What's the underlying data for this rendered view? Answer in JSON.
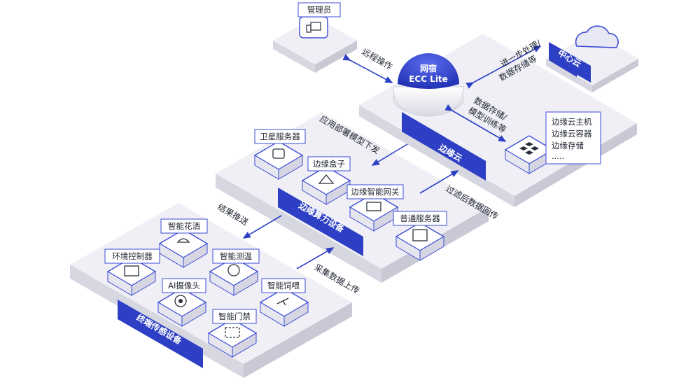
{
  "admin": {
    "label": "管理员"
  },
  "cloud": {
    "label": "中心云"
  },
  "ecc": {
    "line1": "网宿",
    "line2": "ECC Lite"
  },
  "edge_cloud": {
    "band": "边缘云",
    "list": [
      "边缘云主机",
      "边缘云容器",
      "边缘存储",
      "....."
    ]
  },
  "edge_compute": {
    "band": "边缘算力设备",
    "devices": [
      "卫星服务器",
      "边缘盒子",
      "边缘智能网关",
      "普通服务器"
    ]
  },
  "terminal": {
    "band": "终端传感设备",
    "devices": [
      "智能花洒",
      "环境控制器",
      "智能测温",
      "AI摄像头",
      "智能饲喂",
      "智能门禁"
    ]
  },
  "arrows": {
    "remote_op": "远程操作",
    "further_process_l1": "进一步处理/",
    "further_process_l2": "数据存储等",
    "storage_train_l1": "数据存储/",
    "storage_train_l2": "模型训练等",
    "deploy": "应用部署模型下发",
    "filtered_return": "过滤后数据回传",
    "result_push": "结果推送",
    "collect_upload": "采集数据上传"
  },
  "colors": {
    "accent": "#2d3fc4",
    "outline": "#3b4bd6",
    "platform_top": "#eeeef4",
    "platform_side": "#d9d9e4"
  }
}
